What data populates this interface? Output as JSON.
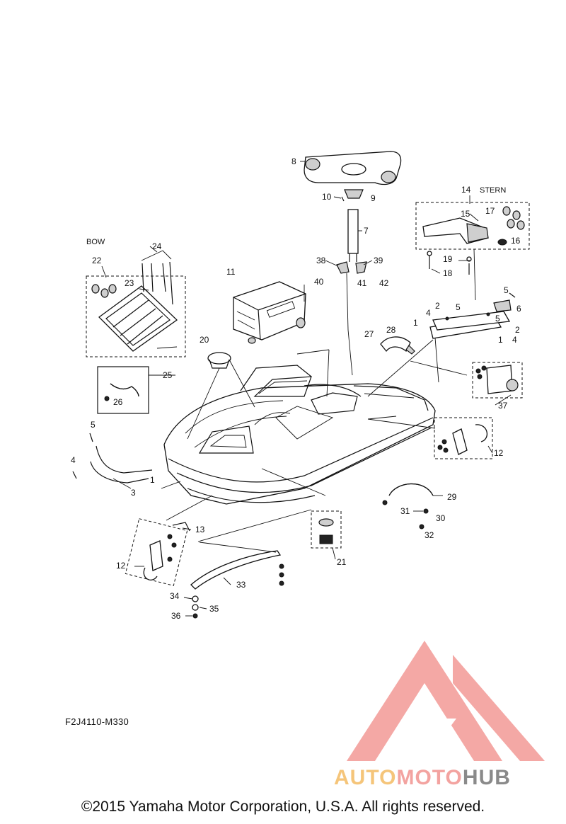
{
  "diagram": {
    "labels": {
      "bow": "BOW",
      "stern": "STERN"
    },
    "callouts": {
      "n1a": "1",
      "n1b": "1",
      "n1c": "1",
      "n2a": "2",
      "n2b": "2",
      "n3": "3",
      "n4a": "4",
      "n4b": "4",
      "n4c": "4",
      "n5a": "5",
      "n5b": "5",
      "n5c": "5",
      "n5d": "5",
      "n6": "6",
      "n7": "7",
      "n8": "8",
      "n9": "9",
      "n10": "10",
      "n11": "11",
      "n12a": "12",
      "n12b": "12",
      "n13": "13",
      "n14": "14",
      "n15": "15",
      "n16": "16",
      "n17": "17",
      "n18": "18",
      "n19": "19",
      "n20": "20",
      "n21": "21",
      "n22": "22",
      "n23": "23",
      "n24": "24",
      "n25": "25",
      "n26": "26",
      "n27": "27",
      "n28": "28",
      "n29": "29",
      "n30": "30",
      "n31": "31",
      "n32": "32",
      "n33": "33",
      "n34": "34",
      "n35": "35",
      "n36": "36",
      "n37": "37",
      "n38": "38",
      "n39": "39",
      "n40": "40",
      "n41": "41",
      "n42": "42"
    },
    "code": "F2J4110-M330"
  },
  "footer": {
    "copyright": "©2015 Yamaha Motor Corporation, U.S.A. All rights reserved."
  },
  "watermark": {
    "part1": "AUTO",
    "part2": "MOTO",
    "part3": "HUB",
    "colors": {
      "auto": "#f5c57a",
      "moto": "#f3a3a0",
      "hub": "#8a8a8a"
    }
  }
}
